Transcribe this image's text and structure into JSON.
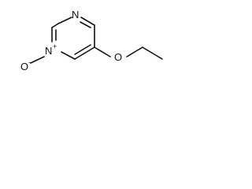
{
  "molecule": {
    "atoms": {
      "ring_nitrogen_top": "N",
      "ring_nitrogen_oxide": "N",
      "nitrogen_charge": "+",
      "oxide_oxygen": "O",
      "oxide_charge": "-",
      "ether_oxygen": "O"
    },
    "colors": {
      "bonds": "#111111",
      "labels": "#111111",
      "background": "#ffffff"
    }
  }
}
